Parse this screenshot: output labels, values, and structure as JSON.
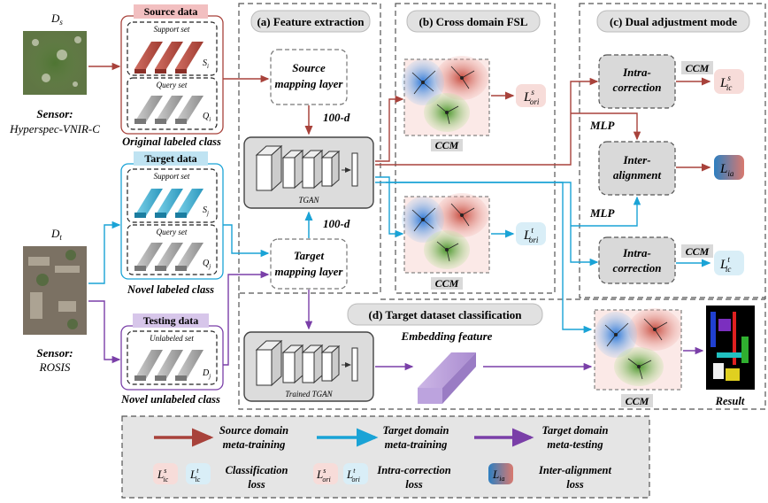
{
  "inputs": {
    "source_sym": "D",
    "source_sub": "s",
    "source_sensor_l1": "Sensor:",
    "source_sensor_l2": "Hyperspec-VNIR-C",
    "target_sym": "D",
    "target_sub": "t",
    "target_sensor_l1": "Sensor:",
    "target_sensor_l2": "ROSIS"
  },
  "sets": {
    "source_tag": "Source data",
    "target_tag": "Target data",
    "testing_tag": "Testing data",
    "support_set": "Support set",
    "query_set": "Query set",
    "unlabeled_set": "Unlabeled set",
    "s_sym": "S",
    "q_sym": "Q",
    "d_sym": "D",
    "sub_i": "i",
    "sub_j": "j",
    "caption_source": "Original labeled class",
    "caption_target": "Novel labeled class",
    "caption_testing": "Novel unlabeled class"
  },
  "panels": {
    "a_title": "(a) Feature extraction",
    "b_title": "(b) Cross domain FSL",
    "c_title": "(c) Dual adjustment mode",
    "d_title": "(d) Target dataset classification"
  },
  "feature": {
    "source_map_l1": "Source",
    "source_map_l2": "mapping layer",
    "target_map_l1": "Target",
    "target_map_l2": "mapping layer",
    "dim_top": "100-d",
    "dim_bottom": "100-d",
    "tgan": "TGAN",
    "trained_tgan": "Trained TGAN"
  },
  "ccm": {
    "label": "CCM",
    "loss_L": "L",
    "sup_s": "s",
    "sup_t": "t",
    "sub_ori": "ori",
    "sub_ic": "ic",
    "sub_ia": "ia"
  },
  "dual": {
    "intra_l1": "Intra-",
    "intra_l2": "correction",
    "inter_l1": "Inter-",
    "inter_l2": "alignment",
    "mlp": "MLP",
    "ccm": "CCM"
  },
  "classification": {
    "embedding": "Embedding feature",
    "result": "Result"
  },
  "legend": {
    "source_l1": "Source domain",
    "source_l2": "meta-training",
    "target_l1": "Target domain",
    "target_l2": "meta-training",
    "testing_l1": "Target domain",
    "testing_l2": "meta-testing",
    "cls_l1": "Classification",
    "cls_l2": "loss",
    "intra_l1": "Intra-correction",
    "intra_l2": "loss",
    "inter_l1": "Inter-alignment",
    "inter_l2": "loss"
  },
  "colors": {
    "source": "#a8423b",
    "target": "#1aa3d6",
    "testing": "#7a3fa8",
    "tag_pink": "#f2bfc0",
    "tag_blue": "#bfe3f2",
    "tag_purple": "#d7c6ea"
  }
}
